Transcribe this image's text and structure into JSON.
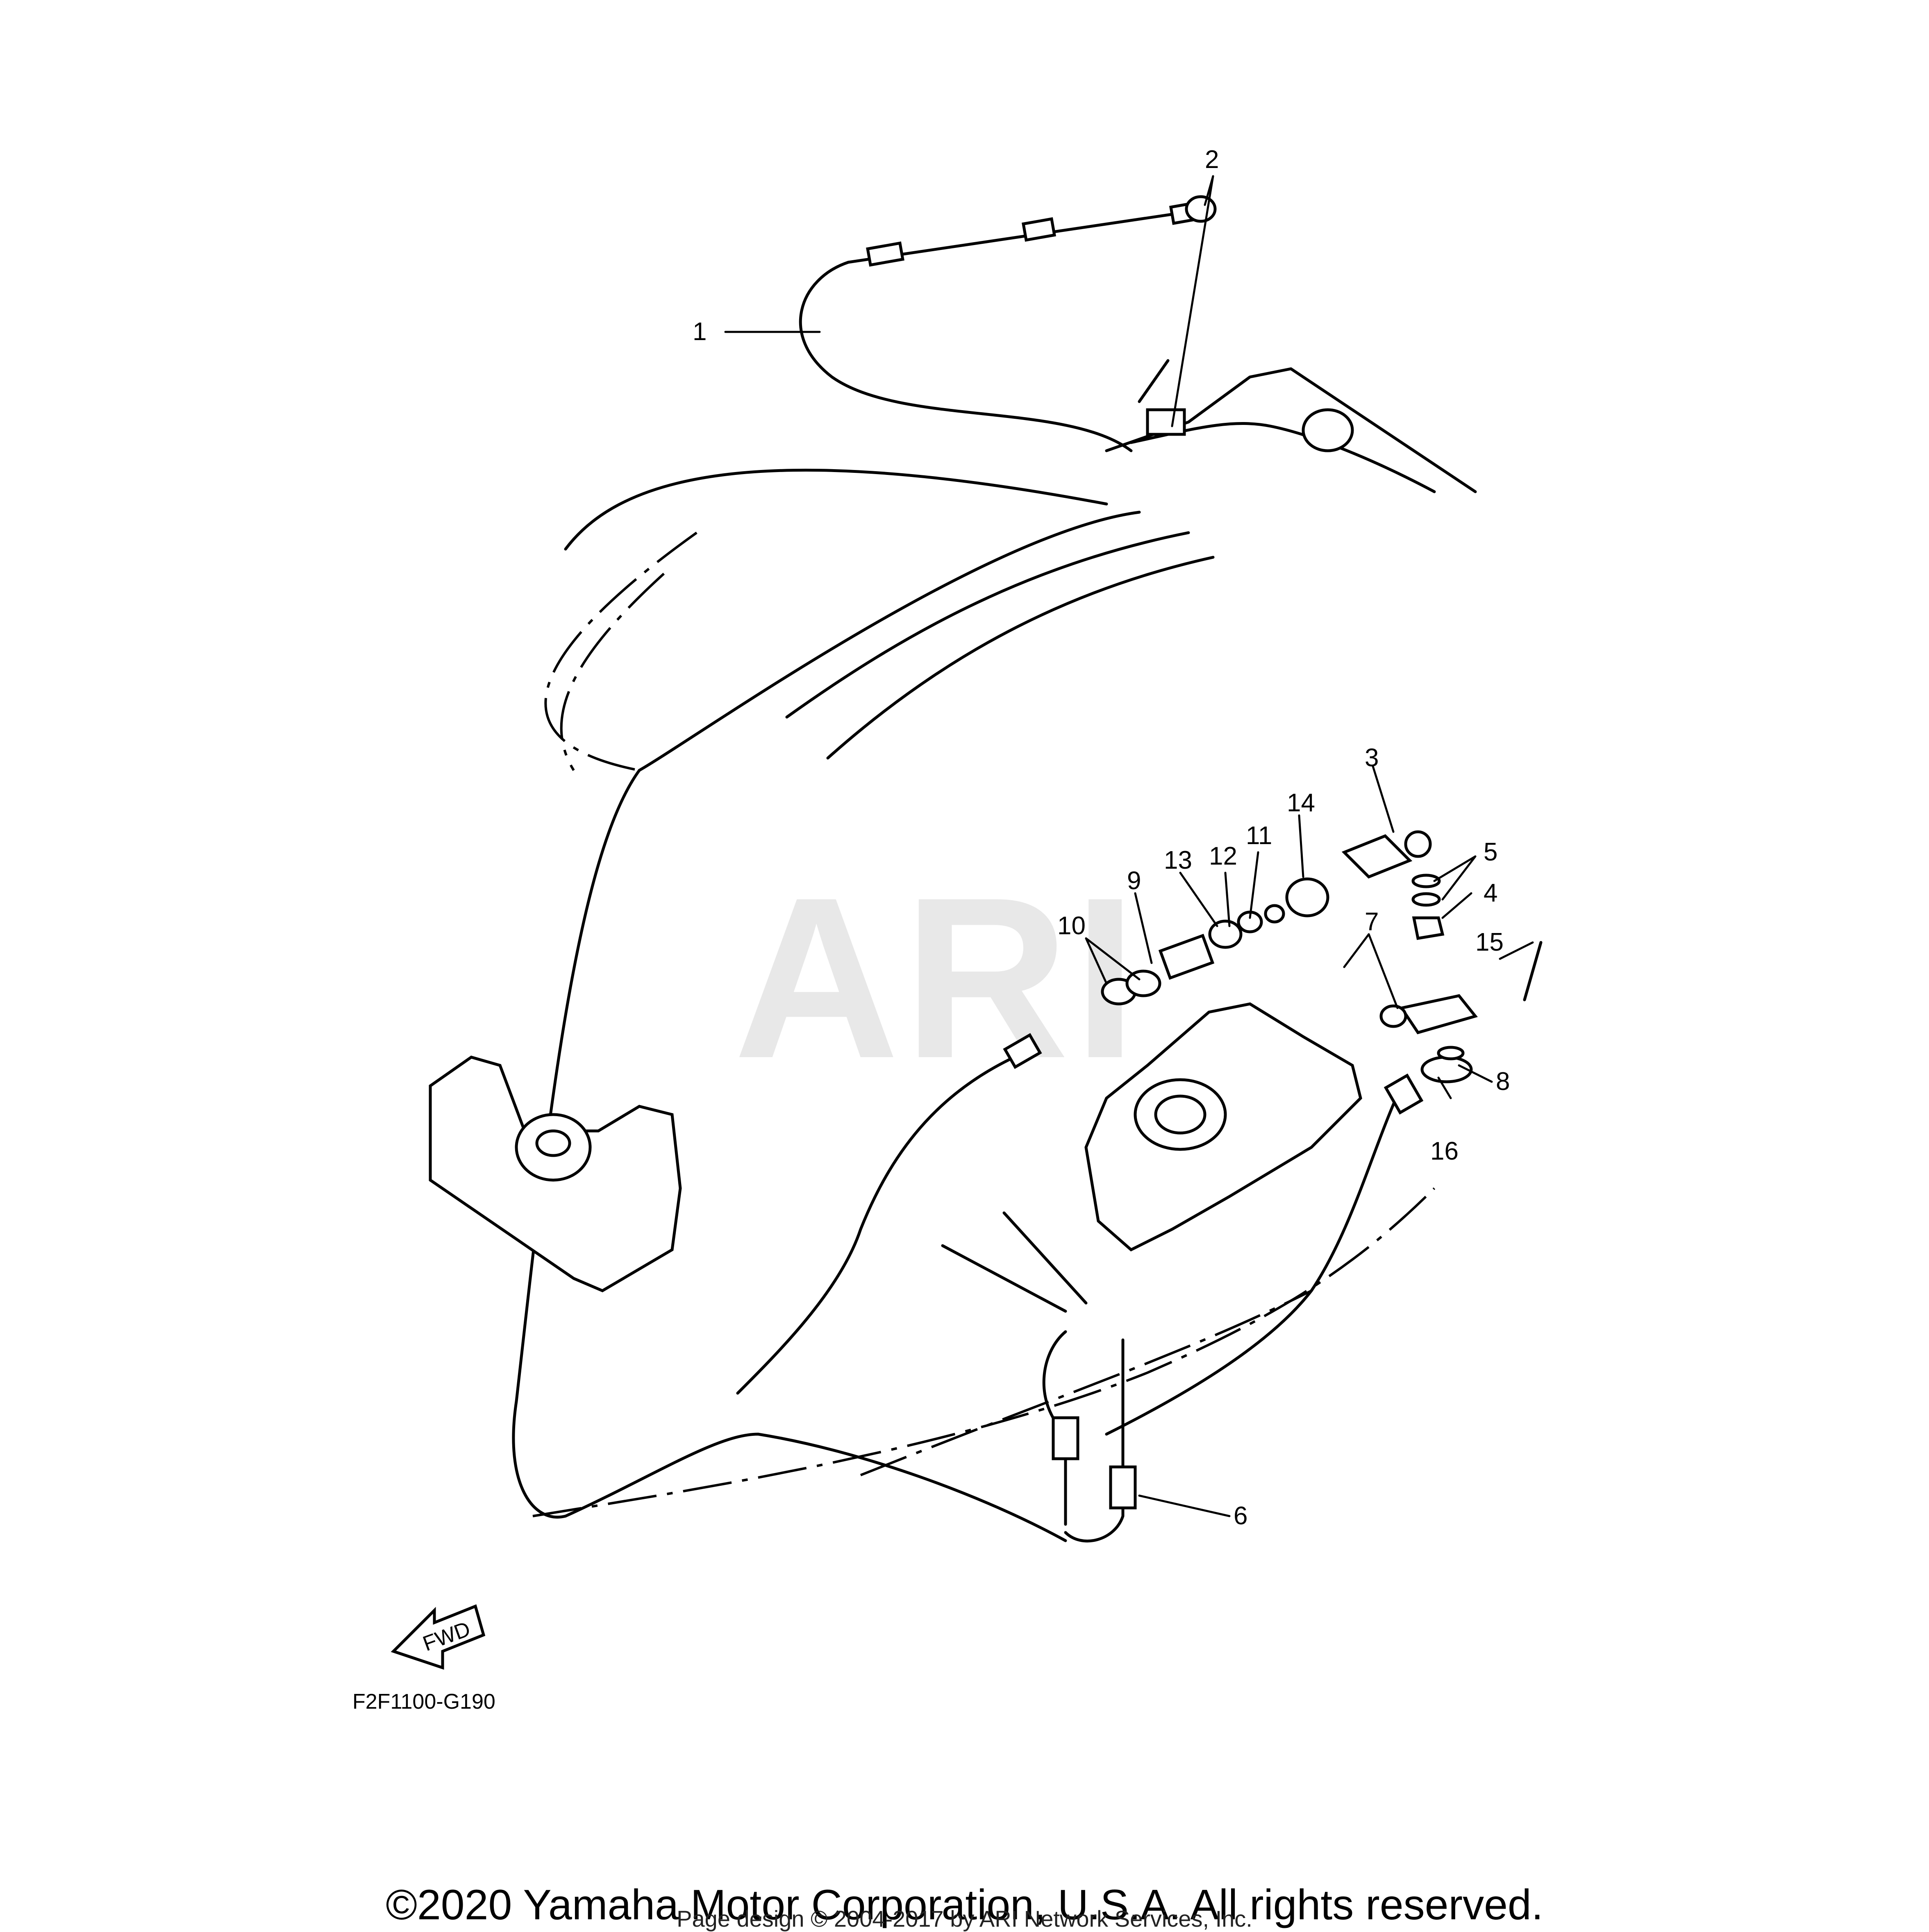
{
  "diagram": {
    "watermark": "ARI",
    "diagram_code": "F2F1100-G190",
    "fwd_label": "FWD",
    "callouts": {
      "c1": "1",
      "c2": "2",
      "c3": "3",
      "c4": "4",
      "c5": "5",
      "c6": "6",
      "c7": "7",
      "c8": "8",
      "c9": "9",
      "c10": "10",
      "c11": "11",
      "c12": "12",
      "c13": "13",
      "c14": "14",
      "c15": "15",
      "c16": "16"
    }
  },
  "footer": {
    "copyright": "©2020 Yamaha Motor Corporation, U.S.A. All rights reserved.",
    "page_design": "Page design © 2004-2017 by ARI Network Services, Inc."
  }
}
